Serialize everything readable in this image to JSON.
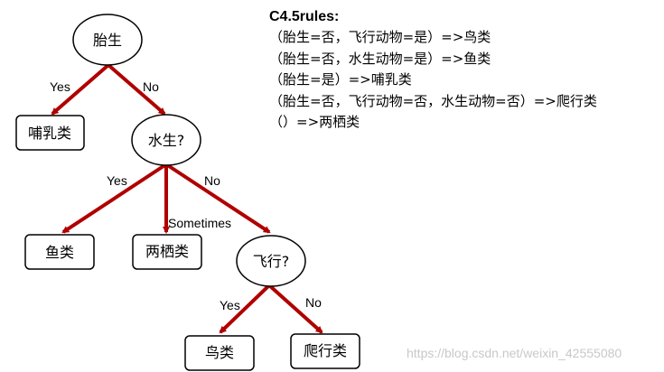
{
  "tree": {
    "root": "胎生",
    "node_water": "水生?",
    "node_fly": "飞行?",
    "leaf_mammal": "哺乳类",
    "leaf_fish": "鱼类",
    "leaf_amphibian": "两栖类",
    "leaf_bird": "鸟类",
    "leaf_reptile": "爬行类",
    "edges": {
      "root_yes": "Yes",
      "root_no": "No",
      "water_yes": "Yes",
      "water_sometimes": "Sometimes",
      "water_no": "No",
      "fly_yes": "Yes",
      "fly_no": "No"
    }
  },
  "rules": {
    "title": "C4.5rules:",
    "items": [
      "（胎生=否，飞行动物=是）=>鸟类",
      "（胎生=否，水生动物=是）=>鱼类",
      "（胎生=是）=>哺乳类",
      "（胎生=否，飞行动物=否，水生动物=否）=>爬行类",
      "（）=>两栖类"
    ]
  },
  "colors": {
    "edge": "#b00000",
    "stroke": "#000000"
  },
  "watermark": "https://blog.csdn.net/weixin_42555080"
}
